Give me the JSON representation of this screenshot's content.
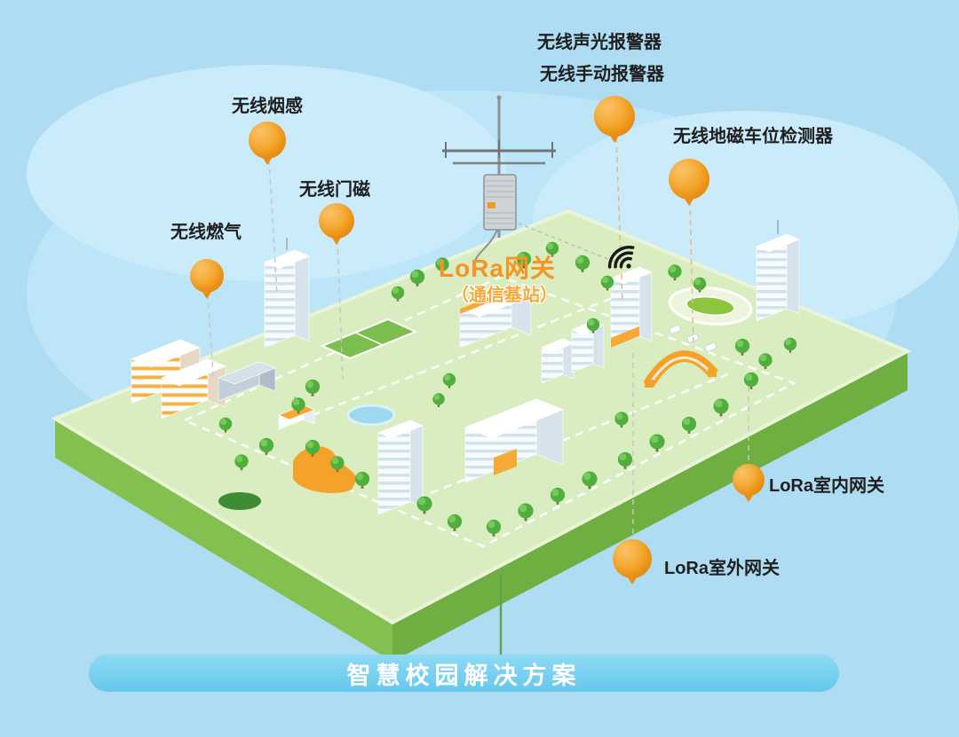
{
  "banner": {
    "title": "智慧校园解决方案"
  },
  "gateway": {
    "title": "LoRa网关",
    "subtitle": "（通信基站）"
  },
  "markers": {
    "smoke": {
      "label": "无线烟感"
    },
    "door": {
      "label": "无线门磁"
    },
    "gas": {
      "label": "无线燃气"
    },
    "sound_light": {
      "label": "无线声光报警器"
    },
    "manual": {
      "label": "无线手动报警器"
    },
    "parking": {
      "label": "无线地磁车位检测器"
    },
    "indoor_gateway": {
      "label": "LoRa室内网关"
    },
    "outdoor_gateway": {
      "label": "LoRa室外网关"
    }
  },
  "icons": {
    "balloon_marker": "balloon-marker",
    "base_station": "base-station-antenna",
    "wifi": "wifi-signal"
  },
  "colors": {
    "background": "#aeddf3",
    "cloud": "#c7eafa",
    "balloon_orange": "#f39f1f",
    "accent_orange": "#f59422",
    "platform_top": "#d9edc0",
    "platform_side": "#84c04f",
    "banner_bg": "#74cdee",
    "banner_text": "#ffffff",
    "label_text": "#1f1f1f"
  }
}
